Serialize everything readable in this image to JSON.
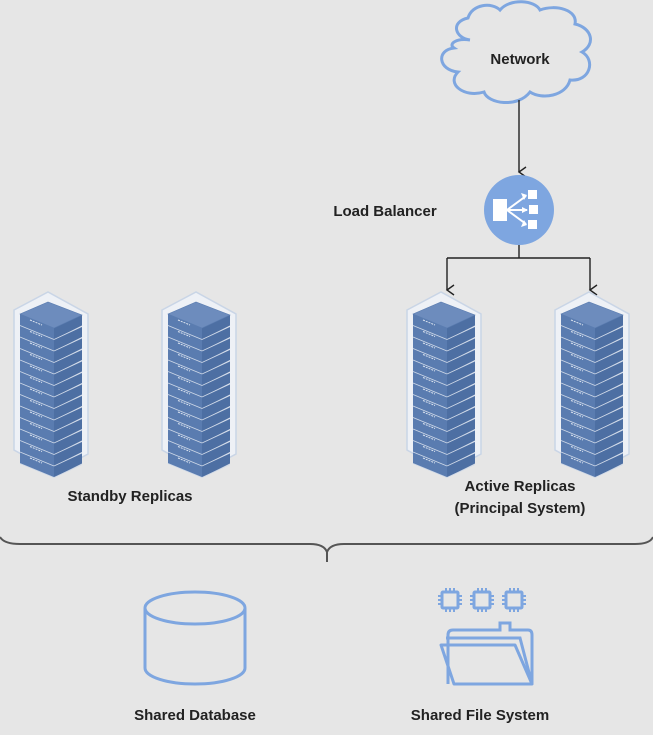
{
  "diagram": {
    "nodes": {
      "network": {
        "label": "Network",
        "icon": "cloud-icon"
      },
      "load_balancer": {
        "label": "Load Balancer",
        "icon": "load-balancer-icon"
      },
      "standby_replicas": {
        "label": "Standby Replicas",
        "icon": "server-rack-icon",
        "count": 2
      },
      "active_replicas": {
        "label_line1": "Active Replicas",
        "label_line2": "(Principal System)",
        "icon": "server-rack-icon",
        "count": 2
      },
      "shared_database": {
        "label": "Shared Database",
        "icon": "database-icon"
      },
      "shared_file_system": {
        "label": "Shared File System",
        "icon": "folder-chips-icon"
      }
    },
    "edges": [
      {
        "from": "Network",
        "to": "Load Balancer"
      },
      {
        "from": "Load Balancer",
        "to": "Active Replica 1"
      },
      {
        "from": "Load Balancer",
        "to": "Active Replica 2"
      }
    ],
    "grouping": "brace joining all replicas to shared storage",
    "colors": {
      "background": "#e6e6e6",
      "accent_blue": "#7ea6e0",
      "server_blue": "#4d6fa3",
      "server_top": "#6d8cbd",
      "text": "#222222",
      "line": "#222222"
    }
  }
}
